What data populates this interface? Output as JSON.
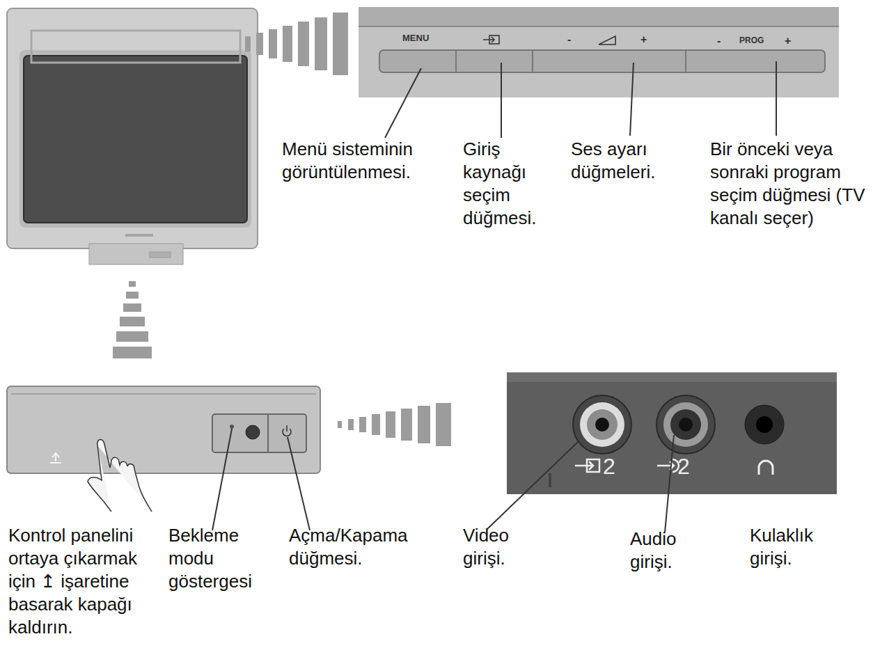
{
  "diagram": {
    "labels": [
      "MENU",
      "-",
      "+",
      "-",
      "PROG",
      "+",
      "Menü sisteminin görüntülenmesi.",
      "Giriş kaynağı seçim düğmesi.",
      "Ses ayarı düğmeleri.",
      "Bir önceki veya sonraki program seçim düğmesi (TV kanalı seçer)",
      "2",
      "2",
      "Kontrol panelini ortaya çıkarmak için ↥ işaretine basarak kapağı kaldırın.",
      "Bekleme modu göstergesi",
      "Açma/Kapama düğmesi.",
      "Video girişi.",
      "Audio girişi.",
      "Kulaklık girişi."
    ]
  }
}
